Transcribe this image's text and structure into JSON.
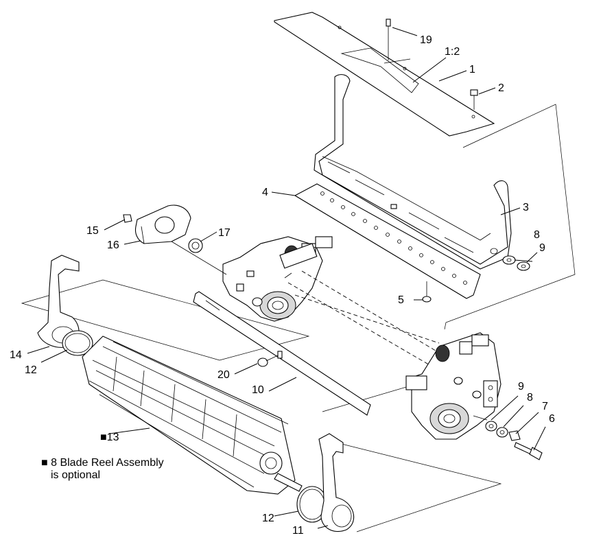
{
  "callouts": {
    "c19": "19",
    "c1_2": "1:2",
    "c1": "1",
    "c2": "2",
    "c3": "3",
    "c4": "4",
    "c5": "5",
    "c6": "6",
    "c7": "7",
    "c8a": "8",
    "c8b": "8",
    "c9a": "9",
    "c9b": "9",
    "c10": "10",
    "c11": "11",
    "c12a": "12",
    "c12b": "12",
    "c13": "■13",
    "c14": "14",
    "c15": "15",
    "c16": "16",
    "c17": "17",
    "c20": "20"
  },
  "note": {
    "line1": "■ 8 Blade Reel Assembly",
    "line2": "is optional"
  }
}
